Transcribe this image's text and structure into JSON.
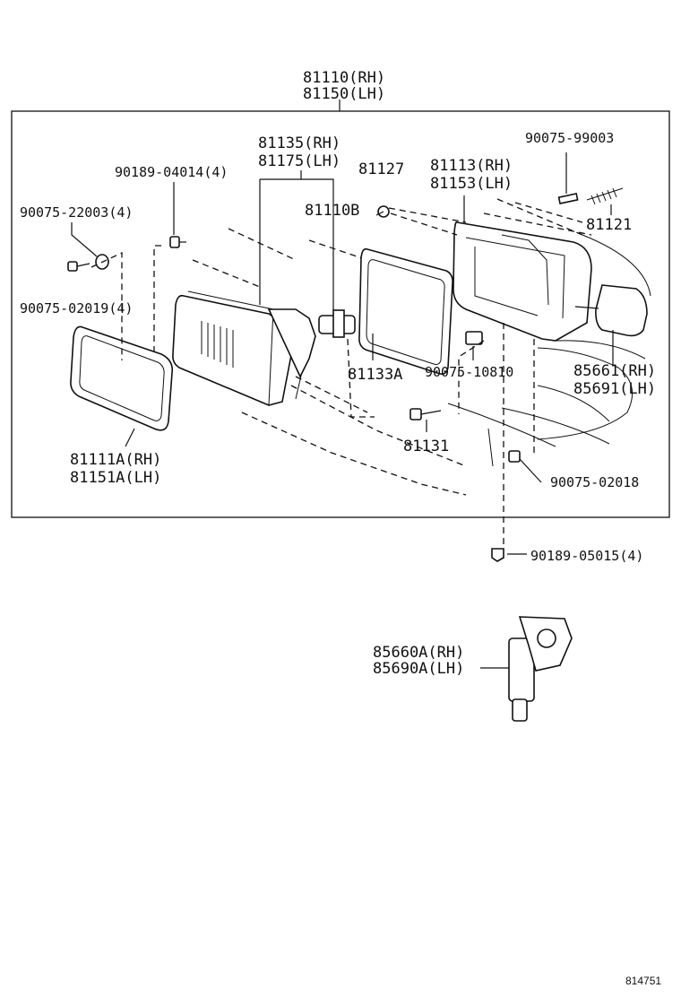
{
  "labels": {
    "assembly_rh": "81110(RH)",
    "assembly_lh": "81150(LH)",
    "housing_rh": "81135(RH)",
    "housing_lh": "81175(LH)",
    "screw_04014": "90189-04014(4)",
    "nut_22003": "90075-22003(4)",
    "screw_02019": "90075-02019(4)",
    "clip_81127": "81127",
    "bulb_81110b": "81110B",
    "body_rh": "81113(RH)",
    "body_lh": "81153(LH)",
    "pin_99003": "90075-99003",
    "spring_81121": "81121",
    "bezel_rh": "81111A(RH)",
    "bezel_lh": "81151A(LH)",
    "gasket_81133a": "81133A",
    "nut_10810": "90075-10810",
    "bolt_81131": "81131",
    "socket_rh": "85661(RH)",
    "socket_lh": "85691(LH)",
    "screw_02018": "90075-02018",
    "clip_05015": "90189-05015(4)",
    "actuator_rh": "85660A(RH)",
    "actuator_lh": "85690A(LH)",
    "figure_number": "814751"
  }
}
